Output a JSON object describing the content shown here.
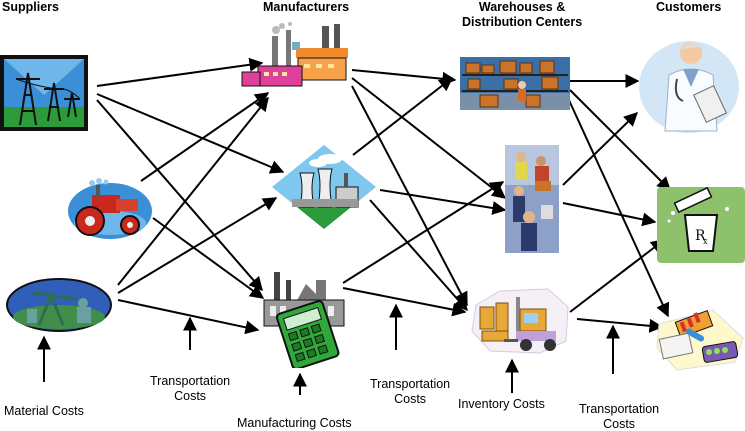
{
  "headers": {
    "suppliers": "Suppliers",
    "manufacturers": "Manufacturers",
    "warehouses_line1": "Warehouses &",
    "warehouses_line2": "Distribution Centers",
    "customers": "Customers"
  },
  "costs": {
    "material": "Material Costs",
    "transport1_line1": "Transportation",
    "transport1_line2": "Costs",
    "manufacturing": "Manufacturing Costs",
    "transport2_line1": "Transportation",
    "transport2_line2": "Costs",
    "inventory": "Inventory Costs",
    "transport3_line1": "Transportation",
    "transport3_line2": "Costs"
  },
  "colors": {
    "arrow": "#000000",
    "sky": "#3a8fd6",
    "grass": "#2c9c3a",
    "pharmacy_bg": "#8dc16b",
    "calculator": "#2faa3a",
    "factory_pink": "#e0409a",
    "factory_orange": "#f08a2a"
  },
  "icons": {
    "supplier_1": "power-lines-icon",
    "supplier_2": "tractor-icon",
    "supplier_3": "oil-pump-icon",
    "manufacturer_1": "factory-icon",
    "manufacturer_2": "power-plant-icon",
    "manufacturer_3": "factory-calculator-icon",
    "warehouse_1": "warehouse-shelves-icon",
    "warehouse_2": "workers-icon",
    "warehouse_3": "forklift-icon",
    "customer_1": "doctor-icon",
    "customer_2": "pharmacy-icon",
    "customer_3": "medicine-icon"
  }
}
